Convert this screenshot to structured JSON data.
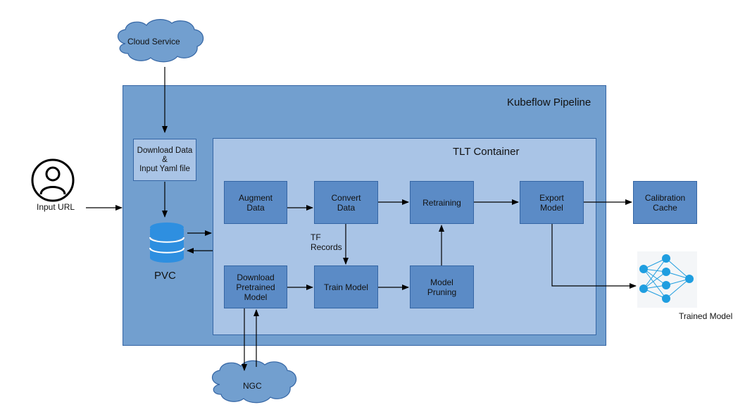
{
  "pipeline": {
    "title": "Kubeflow Pipeline",
    "container_title": "TLT Container"
  },
  "clouds": {
    "cloud_service": "Cloud Service",
    "ngc": "NGC"
  },
  "inputs": {
    "input_url": "Input URL",
    "download_data": "Download Data\n&\nInput Yaml file"
  },
  "storage": {
    "pvc": "PVC"
  },
  "steps": {
    "augment": "Augment\nData",
    "convert": "Convert\nData",
    "retraining": "Retraining",
    "export": "Export\nModel",
    "download_pretrained": "Download\nPretrained\nModel",
    "train": "Train Model",
    "pruning": "Model\nPruning"
  },
  "outputs": {
    "calibration": "Calibration\nCache",
    "trained_model": "Trained Model"
  },
  "edge_labels": {
    "tf_records": "TF\nRecords"
  },
  "colors": {
    "outer_fill": "#729fcf",
    "inner_fill": "#a9c4e6",
    "box_fill": "#5b8bc6",
    "cloud_fill": "#729fcf",
    "node_blue": "#1f9ee0"
  }
}
